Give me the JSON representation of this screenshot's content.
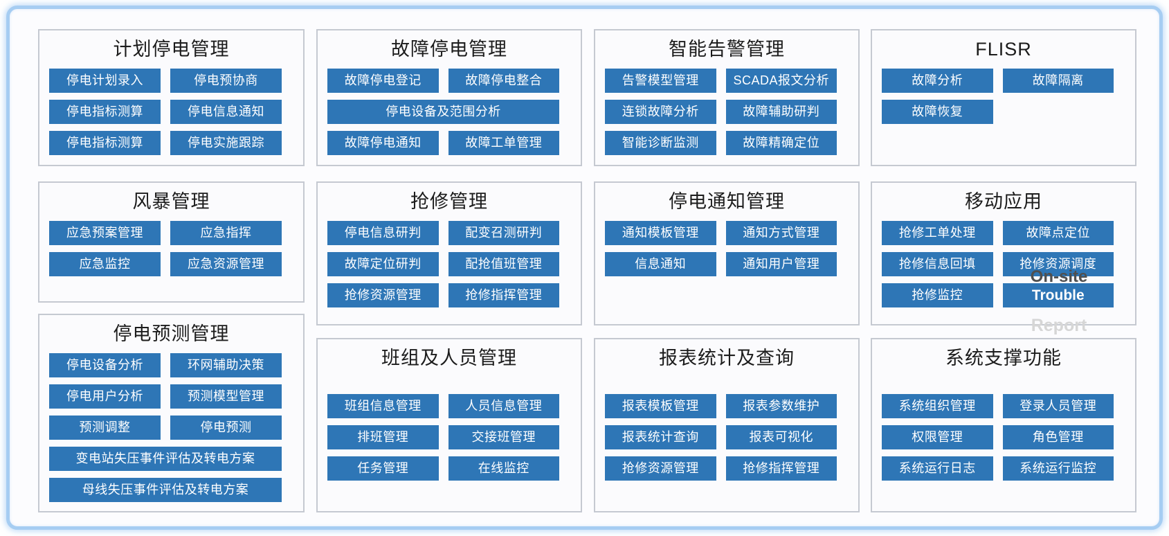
{
  "colors": {
    "button_bg": "#2e76b6",
    "button_text": "#ffffff",
    "panel_border": "#c5c9d1",
    "panel_bg": "#fbfbfd",
    "outer_border": "#a6cdf2",
    "canvas_bg": "#fcfcfe",
    "title_color": "#1c1c1c",
    "overlay_dark_text": "#4f4f4f",
    "overlay_light_text": "#d6d6d6"
  },
  "overlay_texts": {
    "on_site": "On-site",
    "report": "Report"
  },
  "panels": [
    {
      "id": "planned-outage-mgmt",
      "title": "计划停电管理",
      "buttons": [
        {
          "label": "停电计划录入",
          "span": 1
        },
        {
          "label": "停电预协商",
          "span": 1
        },
        {
          "label": "停电指标测算",
          "span": 1
        },
        {
          "label": "停电信息通知",
          "span": 1
        },
        {
          "label": "停电指标测算",
          "span": 1
        },
        {
          "label": "停电实施跟踪",
          "span": 1
        }
      ]
    },
    {
      "id": "fault-outage-mgmt",
      "title": "故障停电管理",
      "buttons": [
        {
          "label": "故障停电登记",
          "span": 1
        },
        {
          "label": "故障停电整合",
          "span": 1
        },
        {
          "label": "停电设备及范围分析",
          "span": 2
        },
        {
          "label": "故障停电通知",
          "span": 1
        },
        {
          "label": "故障工单管理",
          "span": 1
        }
      ]
    },
    {
      "id": "smart-alarm-mgmt",
      "title": "智能告警管理",
      "buttons": [
        {
          "label": "告警模型管理",
          "span": 1
        },
        {
          "label": "SCADA报文分析",
          "span": 1
        },
        {
          "label": "连锁故障分析",
          "span": 1
        },
        {
          "label": "故障辅助研判",
          "span": 1
        },
        {
          "label": "智能诊断监测",
          "span": 1
        },
        {
          "label": "故障精确定位",
          "span": 1
        }
      ]
    },
    {
      "id": "flisr",
      "title": "FLISR",
      "buttons": [
        {
          "label": "故障分析",
          "span": 1
        },
        {
          "label": "故障隔离",
          "span": 1
        },
        {
          "label": "故障恢复",
          "span": 1
        }
      ]
    },
    {
      "id": "storm-mgmt",
      "title": "风暴管理",
      "buttons": [
        {
          "label": "应急预案管理",
          "span": 1
        },
        {
          "label": "应急指挥",
          "span": 1
        },
        {
          "label": "应急监控",
          "span": 1
        },
        {
          "label": "应急资源管理",
          "span": 1
        }
      ]
    },
    {
      "id": "repair-mgmt",
      "title": "抢修管理",
      "buttons": [
        {
          "label": "停电信息研判",
          "span": 1
        },
        {
          "label": "配变召测研判",
          "span": 1
        },
        {
          "label": "故障定位研判",
          "span": 1
        },
        {
          "label": "配抢值班管理",
          "span": 1
        },
        {
          "label": "抢修资源管理",
          "span": 1
        },
        {
          "label": "抢修指挥管理",
          "span": 1
        }
      ]
    },
    {
      "id": "outage-notification-mgmt",
      "title": "停电通知管理",
      "buttons": [
        {
          "label": "通知模板管理",
          "span": 1
        },
        {
          "label": "通知方式管理",
          "span": 1
        },
        {
          "label": "信息通知",
          "span": 1
        },
        {
          "label": "通知用户管理",
          "span": 1
        }
      ]
    },
    {
      "id": "mobile-app",
      "title": "移动应用",
      "buttons": [
        {
          "label": "抢修工单处理",
          "span": 1
        },
        {
          "label": "故障点定位",
          "span": 1
        },
        {
          "label": "抢修信息回填",
          "span": 1
        },
        {
          "label": "抢修资源调度",
          "span": 1
        },
        {
          "label": "抢修监控",
          "span": 1
        },
        {
          "label": "Trouble",
          "span": 1,
          "en": true
        }
      ]
    },
    {
      "id": "outage-forecast-mgmt",
      "title": "停电预测管理",
      "buttons": [
        {
          "label": "停电设备分析",
          "span": 1
        },
        {
          "label": "环网辅助决策",
          "span": 1
        },
        {
          "label": "停电用户分析",
          "span": 1
        },
        {
          "label": "预测模型管理",
          "span": 1
        },
        {
          "label": "预测调整",
          "span": 1
        },
        {
          "label": "停电预测",
          "span": 1
        },
        {
          "label": "变电站失压事件评估及转电方案",
          "span": 2
        },
        {
          "label": "母线失压事件评估及转电方案",
          "span": 2
        }
      ]
    },
    {
      "id": "team-personnel-mgmt",
      "title": "班组及人员管理",
      "buttons": [
        {
          "label": "班组信息管理",
          "span": 1
        },
        {
          "label": "人员信息管理",
          "span": 1
        },
        {
          "label": "排班管理",
          "span": 1
        },
        {
          "label": "交接班管理",
          "span": 1
        },
        {
          "label": "任务管理",
          "span": 1
        },
        {
          "label": "在线监控",
          "span": 1
        }
      ]
    },
    {
      "id": "report-statistics-query",
      "title": "报表统计及查询",
      "buttons": [
        {
          "label": "报表模板管理",
          "span": 1
        },
        {
          "label": "报表参数维护",
          "span": 1
        },
        {
          "label": "报表统计查询",
          "span": 1
        },
        {
          "label": "报表可视化",
          "span": 1
        },
        {
          "label": "抢修资源管理",
          "span": 1
        },
        {
          "label": "抢修指挥管理",
          "span": 1
        }
      ]
    },
    {
      "id": "system-support",
      "title": "系统支撑功能",
      "buttons": [
        {
          "label": "系统组织管理",
          "span": 1
        },
        {
          "label": "登录人员管理",
          "span": 1
        },
        {
          "label": "权限管理",
          "span": 1
        },
        {
          "label": "角色管理",
          "span": 1
        },
        {
          "label": "系统运行日志",
          "span": 1
        },
        {
          "label": "系统运行监控",
          "span": 1
        }
      ]
    }
  ]
}
